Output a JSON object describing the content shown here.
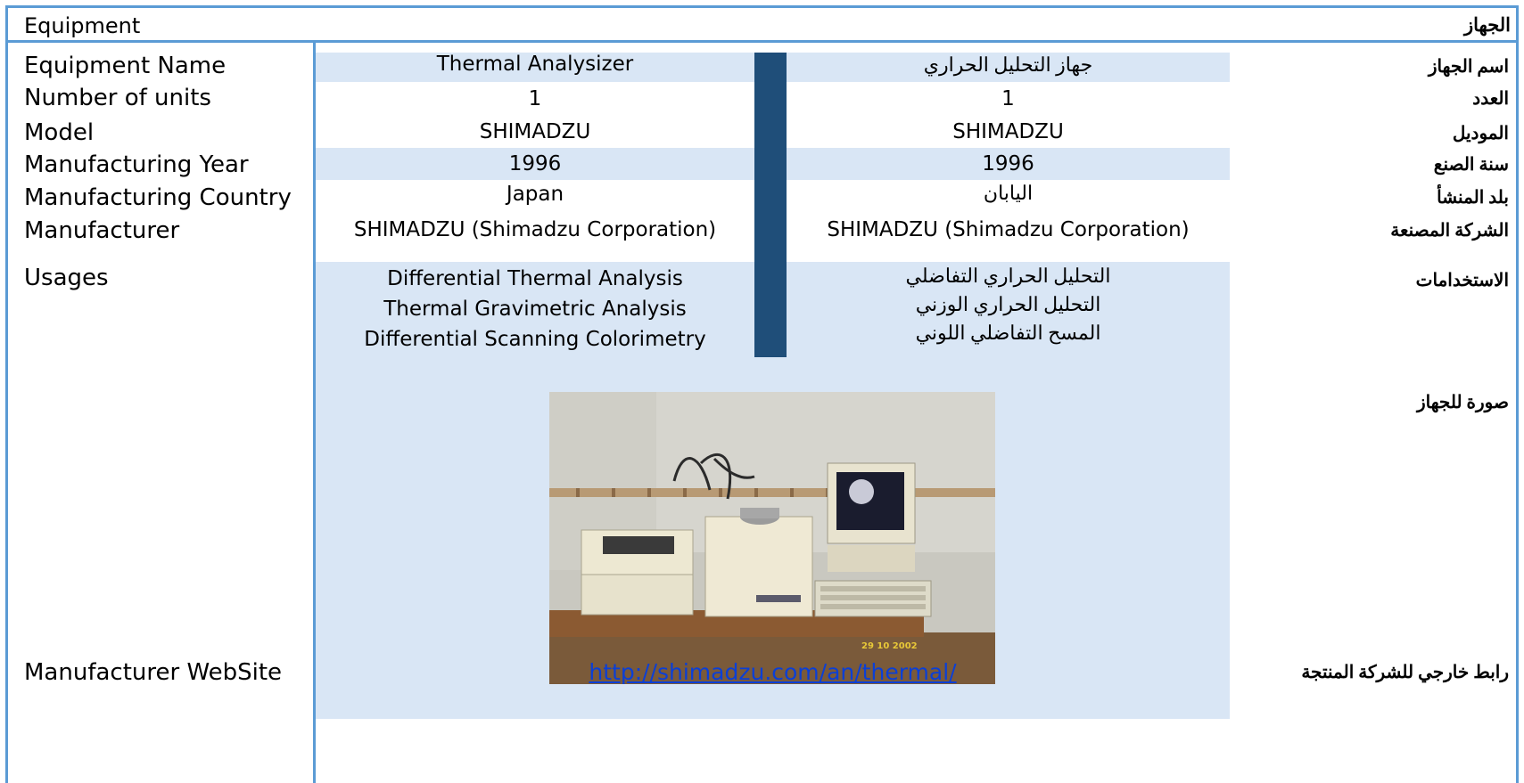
{
  "header": {
    "title_en": "Equipment",
    "title_ar": "الجهاز"
  },
  "rows": [
    {
      "label_en": "Equipment Name",
      "label_ar": "اسم الجهاز",
      "value_en": "Thermal Analysizer",
      "value_ar": "جهاز التحليل الحراري"
    },
    {
      "label_en": "Number of units",
      "label_ar": "العدد",
      "value_en": "1",
      "value_ar": "1"
    },
    {
      "label_en": "Model",
      "label_ar": "الموديل",
      "value_en": "SHIMADZU",
      "value_ar": "SHIMADZU"
    },
    {
      "label_en": "Manufacturing Year",
      "label_ar": "سنة الصنع",
      "value_en": "1996",
      "value_ar": "1996"
    },
    {
      "label_en": "Manufacturing Country",
      "label_ar": "بلد المنشأ",
      "value_en": "Japan",
      "value_ar": "اليابان"
    },
    {
      "label_en": "Manufacturer",
      "label_ar": "الشركة المصنعة",
      "value_en": "SHIMADZU (Shimadzu Corporation)",
      "value_ar": "SHIMADZU (Shimadzu Corporation)"
    }
  ],
  "usages": {
    "label_en": "Usages",
    "label_ar": "الاستخدامات",
    "values_en": [
      "Differential Thermal Analysis",
      "Thermal Gravimetric Analysis",
      "Differential Scanning Colorimetry"
    ],
    "values_ar": [
      "التحليل الحراري التفاضلي",
      "التحليل الحراري الوزني",
      "المسح التفاضلي اللوني"
    ]
  },
  "photo": {
    "label_ar": "صورة للجهاز",
    "date_stamp": "29 10 2002"
  },
  "website": {
    "label_en": "Manufacturer WebSite",
    "label_ar": "رابط خارجي للشركة المنتجة",
    "url": "http://shimadzu.com/an/thermal/"
  },
  "colors": {
    "border": "#5b9bd5",
    "shade": "#d9e6f5",
    "band": "#1f4e79",
    "link": "#0b3fd6"
  }
}
